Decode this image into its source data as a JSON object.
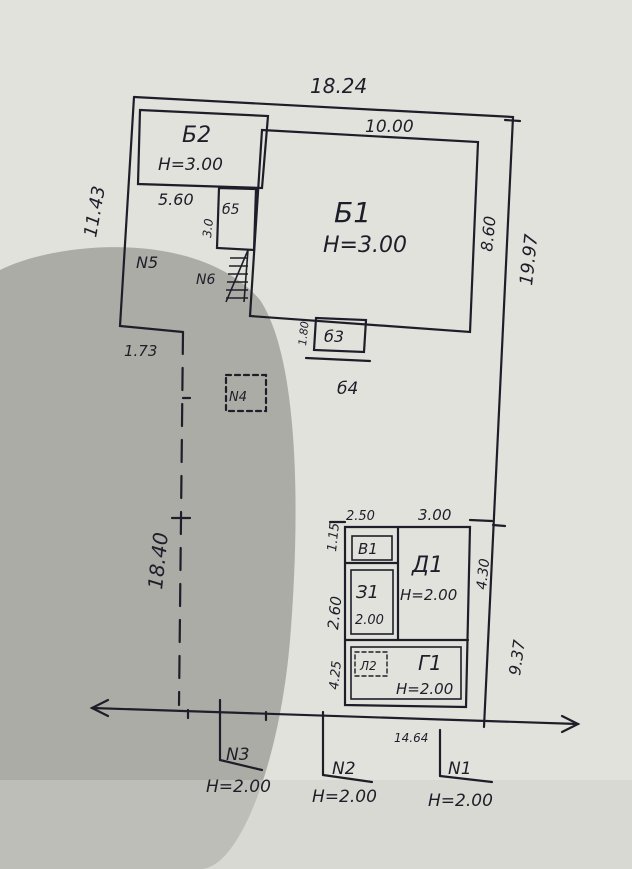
{
  "plot": {
    "dims": {
      "top_total": "18.24",
      "house_width": "10.00",
      "left_side": "11.43",
      "right_side_upper": "19.97",
      "b1_depth": "8.60",
      "b2_width": "5.60",
      "b5_side": "3.0",
      "step_173": "1.73",
      "b3_side": "1.80",
      "left_lower": "18.40",
      "right_side_lower": "9.37",
      "bottom_edge": "14.64"
    },
    "buildings": {
      "b1": {
        "name": "Б1",
        "height": "Н=3.00"
      },
      "b2": {
        "name": "Б2",
        "height": "Н=3.00"
      },
      "b3": {
        "name": "б3"
      },
      "b4": {
        "name": "б4"
      },
      "b5": {
        "name": "б5"
      }
    },
    "outbuildings": {
      "dims": {
        "w1": "2.50",
        "w2": "3.00",
        "h1": "1.15",
        "h2": "2.60",
        "h3": "4.25",
        "right": "4.30"
      },
      "v1": {
        "name": "В1"
      },
      "d1": {
        "name": "Д1",
        "height": "Н=2.00"
      },
      "z1": {
        "name": "З1",
        "height": "2.00"
      },
      "g1": {
        "name": "Г1",
        "height": "Н=2.00"
      },
      "l2": {
        "name": "Л2"
      }
    },
    "markers": {
      "n1": "N1",
      "n2": "N2",
      "n3": "N3",
      "n4": "N4",
      "n5": "N5",
      "n6": "N6"
    },
    "marker_heights": {
      "n1": "Н=2.00",
      "n2": "Н=2.00",
      "n3": "Н=2.00"
    },
    "colors": {
      "paper": "#dcdcd6",
      "ink": "#1e1e2a",
      "shadow": "#8f8f8a"
    }
  }
}
